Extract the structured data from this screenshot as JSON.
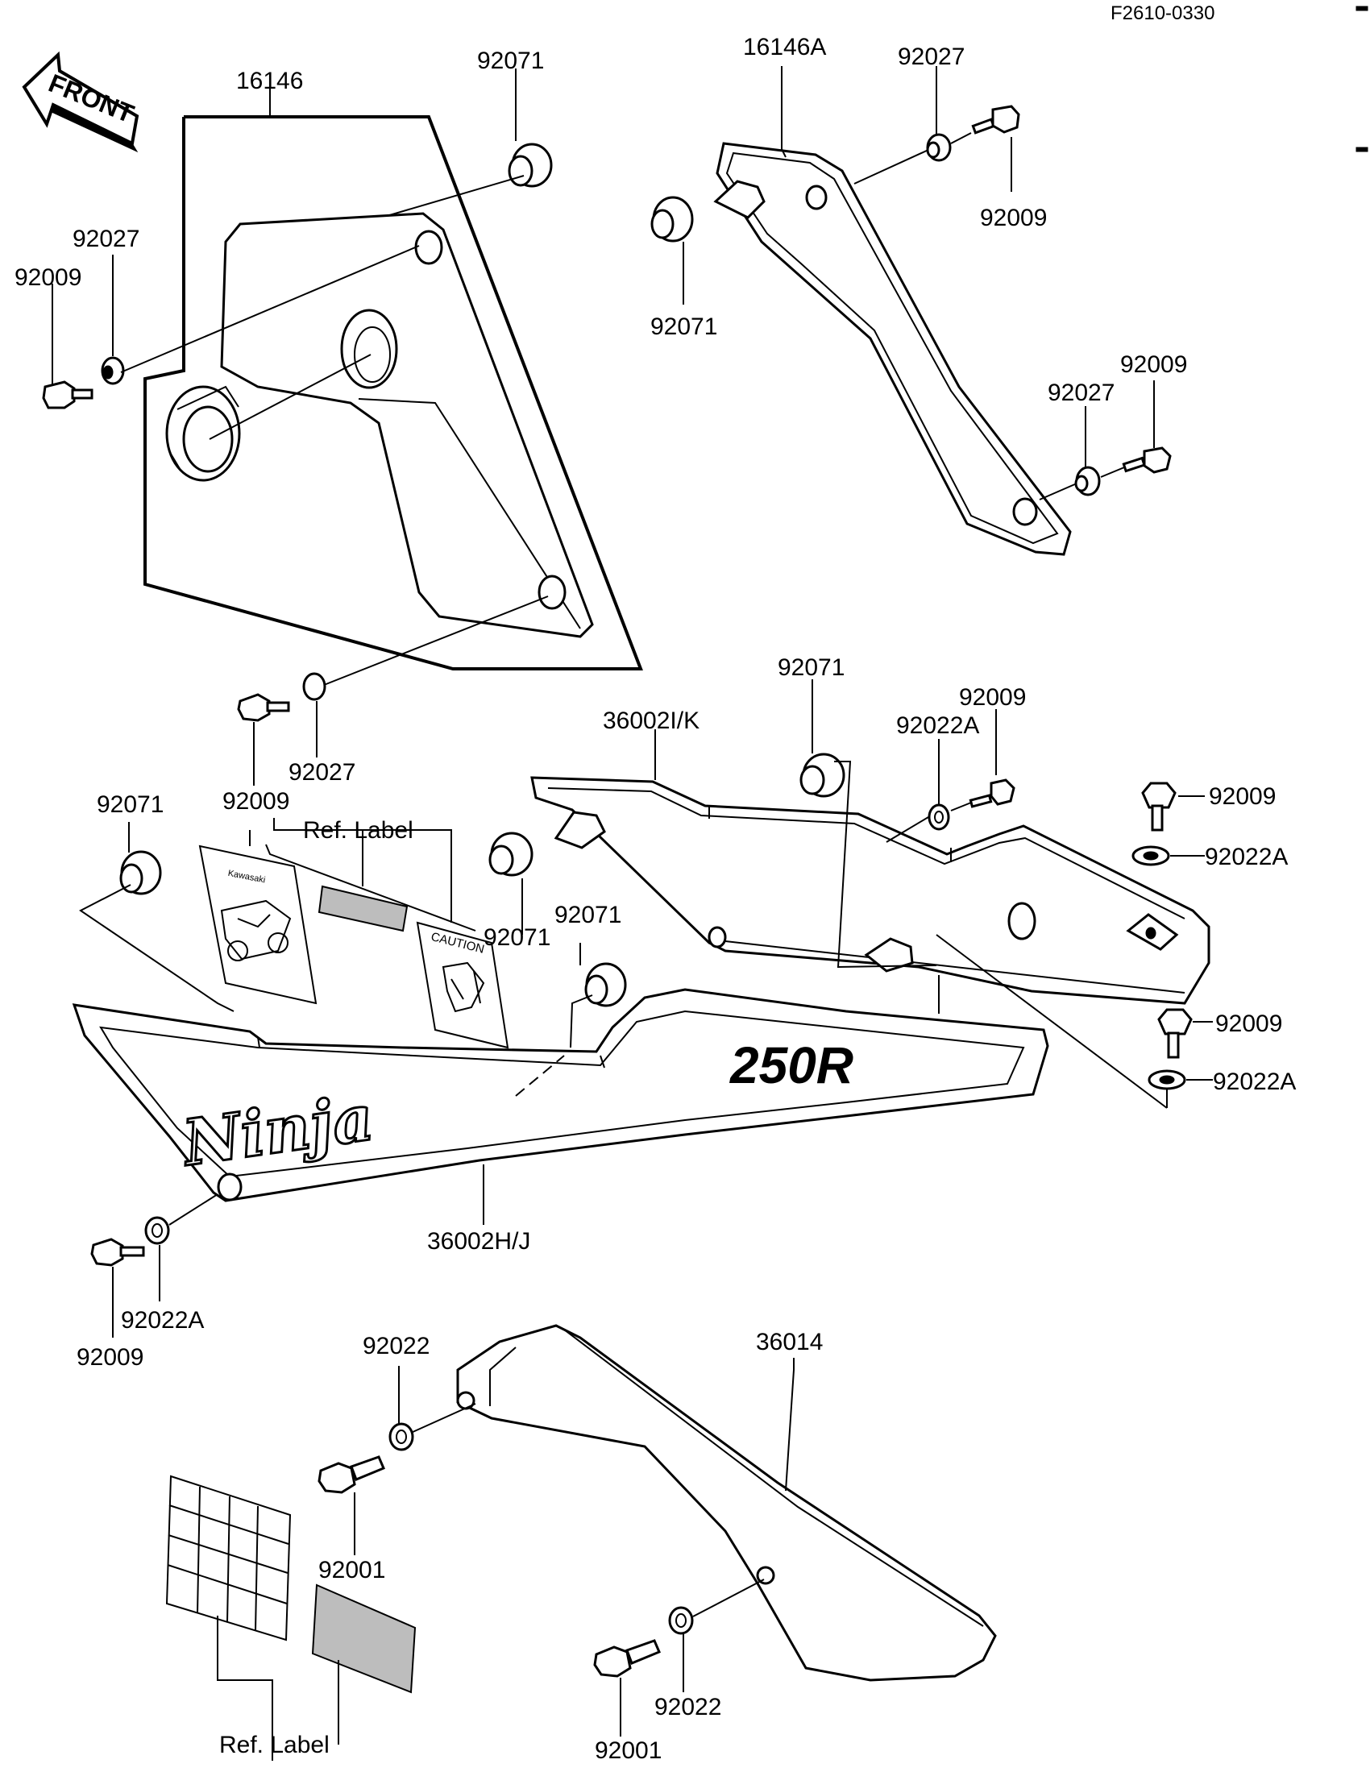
{
  "doc_code": "F2610-0330",
  "front_arrow": "FRONT",
  "callouts": {
    "c16146": "16146",
    "c16146A": "16146A",
    "c92071_a": "92071",
    "c92027_a": "92027",
    "c92009_a": "92009",
    "c92027_b": "92027",
    "c92009_b": "92009",
    "c92071_b": "92071",
    "c92027_c": "92027",
    "c92009_c": "92009",
    "c92009_d": "92009",
    "c92027_d": "92027",
    "c92071_c": "92071",
    "c36002IK": "36002I/K",
    "c92009_e": "92009",
    "c92022A_a": "92022A",
    "c92071_d": "92071",
    "c92009_f": "92009",
    "c92022A_b": "92022A",
    "ref_label_a": "Ref. Label",
    "c92071_e": "92071",
    "c92071_f": "92071",
    "c92009_g": "92009",
    "c92022A_c": "92022A",
    "c36002HJ": "36002H/J",
    "c92022A_d": "92022A",
    "c92009_h": "92009",
    "c92022_a": "92022",
    "c36014": "36014",
    "c92001_a": "92001",
    "c92022_b": "92022",
    "c92001_b": "92001",
    "ref_label_b": "Ref. Label"
  },
  "cover_marks": {
    "model": "250R",
    "script": "Ninja",
    "caution": "CAUTION",
    "brand": "Kawasaki"
  }
}
